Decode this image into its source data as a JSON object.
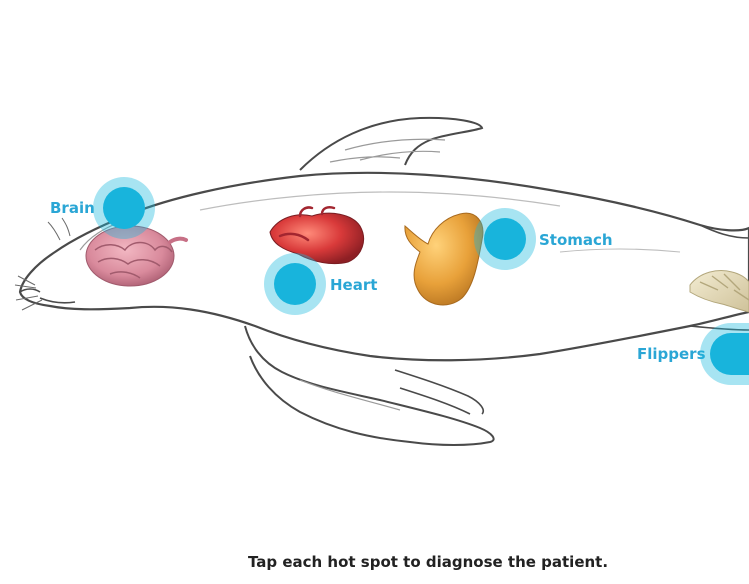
{
  "hotspots": {
    "brain": {
      "label": "Brain"
    },
    "heart": {
      "label": "Heart"
    },
    "stomach": {
      "label": "Stomach"
    },
    "flippers": {
      "label": "Flippers"
    }
  },
  "instruction": "Tap each hot spot to diagnose the patient.",
  "colors": {
    "accent": "#18b4dc",
    "label": "#2aa6d5",
    "outline": "#4a4a4a",
    "brain": "#d98a9c",
    "heart": "#d93a3a",
    "stomach": "#e8a13a",
    "bone": "#e8dcb8"
  },
  "icons": {
    "animal": "seal-anatomy-illustration",
    "brain": "brain-organ-icon",
    "heart": "heart-organ-icon",
    "stomach": "stomach-organ-icon",
    "flipper_bones": "flipper-bones-icon"
  }
}
